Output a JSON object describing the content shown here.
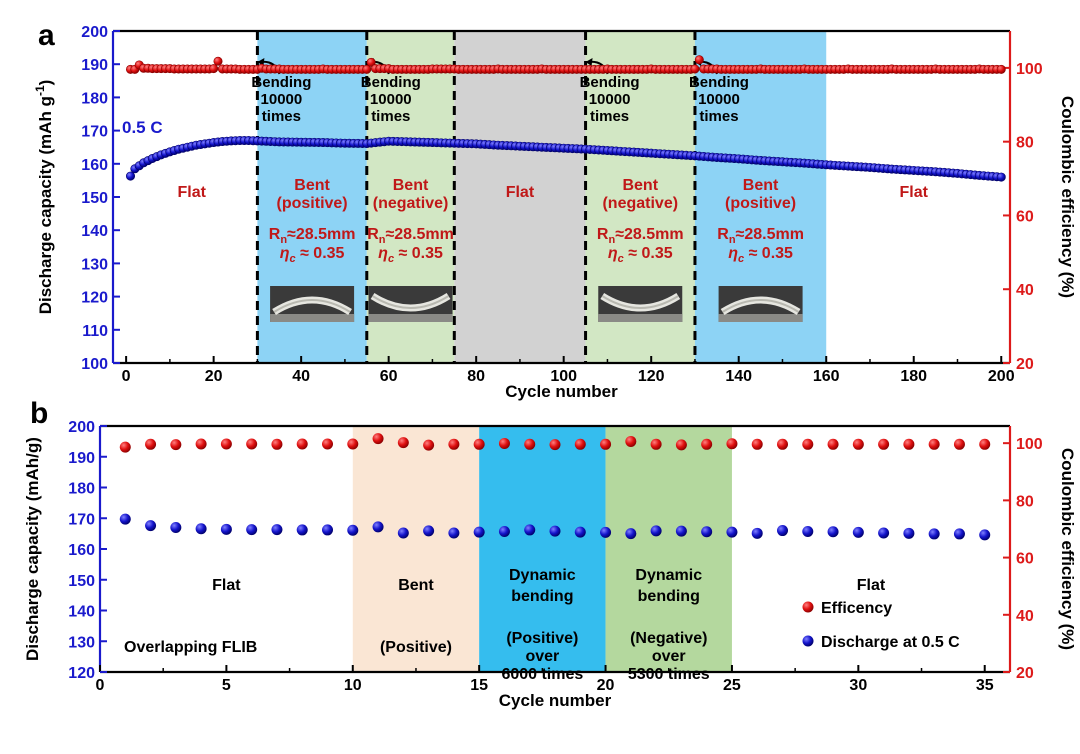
{
  "chart_data": [
    {
      "panel": "a",
      "type": "scatter",
      "xlabel": "Cycle number",
      "ylabel": "Discharge capacity (mAh g-1)",
      "y2label": "Coulombic efficiency (%)",
      "xlim": [
        -3,
        202
      ],
      "ylim": [
        100,
        200
      ],
      "y2lim": [
        20,
        110
      ],
      "xticks": [
        0,
        20,
        40,
        60,
        80,
        100,
        120,
        140,
        160,
        180,
        200
      ],
      "yticks": [
        100,
        110,
        120,
        130,
        140,
        150,
        160,
        170,
        180,
        190,
        200
      ],
      "y2ticks": [
        20,
        40,
        60,
        80,
        100
      ],
      "rate_label": "0.5 C",
      "regions": [
        {
          "x0": 0,
          "x1": 30,
          "color": "#ffffff",
          "label": [
            "Flat"
          ]
        },
        {
          "x0": 30,
          "x1": 55,
          "color": "#8dd3f5",
          "label": [
            "Bent",
            "(positive)"
          ],
          "params": [
            "Rn≈28.5mm",
            "ηc ≈ 0.35"
          ]
        },
        {
          "x0": 55,
          "x1": 75,
          "color": "#d2e7c4",
          "label": [
            "Bent",
            "(negative)"
          ],
          "params": [
            "Rn≈28.5mm",
            "ηc ≈ 0.35"
          ]
        },
        {
          "x0": 75,
          "x1": 105,
          "color": "#d2d2d2",
          "label": [
            "Flat"
          ]
        },
        {
          "x0": 105,
          "x1": 130,
          "color": "#d2e7c4",
          "label": [
            "Bent",
            "(negative)"
          ],
          "params": [
            "Rn≈28.5mm",
            "ηc ≈ 0.35"
          ]
        },
        {
          "x0": 130,
          "x1": 160,
          "color": "#8dd3f5",
          "label": [
            "Bent",
            "(positive)"
          ],
          "params": [
            "Rn≈28.5mm",
            "ηc ≈ 0.35"
          ]
        },
        {
          "x0": 160,
          "x1": 200,
          "color": "#ffffff",
          "label": [
            "Flat"
          ]
        }
      ],
      "bending_annotations": [
        {
          "x": 30,
          "text": [
            "Bending",
            "10000",
            "times"
          ]
        },
        {
          "x": 55,
          "text": [
            "Bending",
            "10000",
            "times"
          ]
        },
        {
          "x": 105,
          "text": [
            "Bending",
            "10000",
            "times"
          ]
        },
        {
          "x": 130,
          "text": [
            "Bending",
            "10000",
            "times"
          ]
        }
      ],
      "series": [
        {
          "name": "Discharge capacity",
          "axis": "left",
          "color": "#1414cc",
          "x": [
            1,
            2,
            4,
            6,
            8,
            10,
            12,
            14,
            16,
            18,
            20,
            22,
            24,
            26,
            28,
            30,
            35,
            40,
            45,
            50,
            55,
            60,
            65,
            70,
            75,
            80,
            85,
            90,
            95,
            100,
            105,
            110,
            115,
            120,
            125,
            130,
            135,
            140,
            145,
            150,
            155,
            160,
            165,
            170,
            175,
            180,
            185,
            190,
            195,
            200
          ],
          "y": [
            156.3,
            158.5,
            160.3,
            161.6,
            162.7,
            163.6,
            164.4,
            165.0,
            165.6,
            166.0,
            166.4,
            166.7,
            166.9,
            167.0,
            167.0,
            166.9,
            166.6,
            166.5,
            166.4,
            166.2,
            166.1,
            166.8,
            166.6,
            166.4,
            166.2,
            166.0,
            165.6,
            165.3,
            165.0,
            164.7,
            164.4,
            164.0,
            163.6,
            163.2,
            162.8,
            162.4,
            161.9,
            161.5,
            161.0,
            160.6,
            160.2,
            159.7,
            159.3,
            158.9,
            158.4,
            158.0,
            157.6,
            157.1,
            156.5,
            156.0
          ]
        },
        {
          "name": "Coulombic efficiency",
          "axis": "right",
          "color": "#e01010",
          "x": [
            1,
            3,
            5,
            10,
            15,
            20,
            21,
            25,
            30,
            31,
            35,
            40,
            45,
            50,
            55,
            56,
            60,
            65,
            70,
            75,
            80,
            85,
            90,
            95,
            100,
            105,
            110,
            115,
            120,
            125,
            130,
            131,
            135,
            140,
            145,
            150,
            155,
            160,
            165,
            170,
            175,
            180,
            185,
            190,
            195,
            200
          ],
          "y": [
            99.6,
            100.8,
            99.9,
            99.8,
            99.7,
            99.8,
            101.8,
            99.7,
            99.6,
            99.9,
            99.7,
            99.6,
            99.7,
            99.6,
            99.6,
            101.5,
            99.8,
            99.6,
            99.7,
            99.7,
            99.6,
            99.7,
            99.6,
            99.7,
            99.6,
            99.6,
            99.7,
            99.6,
            99.7,
            99.6,
            99.7,
            102.2,
            99.7,
            99.6,
            99.7,
            99.6,
            99.7,
            99.6,
            99.7,
            99.6,
            99.7,
            99.6,
            99.7,
            99.6,
            99.7,
            99.6
          ]
        }
      ]
    },
    {
      "panel": "b",
      "type": "scatter",
      "xlabel": "Cycle number",
      "ylabel": "Discharge capacity (mAh/g)",
      "y2label": "Coulombic efficiency (%)",
      "xlim": [
        0,
        36
      ],
      "ylim": [
        120,
        200
      ],
      "y2lim": [
        20,
        106
      ],
      "xticks": [
        0,
        5,
        10,
        15,
        20,
        25,
        30,
        35
      ],
      "yticks": [
        120,
        130,
        140,
        150,
        160,
        170,
        180,
        190,
        200
      ],
      "y2ticks": [
        20,
        40,
        60,
        80,
        100
      ],
      "regions": [
        {
          "x0": 0,
          "x1": 10,
          "color": "#ffffff",
          "label": [
            "Flat"
          ],
          "sub": [
            "Overlapping FLIB"
          ]
        },
        {
          "x0": 10,
          "x1": 15,
          "color": "#fae6d4",
          "label": [
            "Bent"
          ],
          "sub": [
            "(Positive)"
          ]
        },
        {
          "x0": 15,
          "x1": 20,
          "color": "#35bdee",
          "label": [
            "Dynamic",
            "bending"
          ],
          "sub": [
            "(Positive)",
            "over",
            "6000 times"
          ]
        },
        {
          "x0": 20,
          "x1": 25,
          "color": "#b4d89e",
          "label": [
            "Dynamic",
            "bending"
          ],
          "sub": [
            "(Negative)",
            "over",
            "5300 times"
          ]
        },
        {
          "x0": 25,
          "x1": 36,
          "color": "#ffffff",
          "label": [
            "Flat"
          ]
        }
      ],
      "legend": {
        "position": "bottom-right",
        "entries": [
          "Efficency",
          "Discharge at 0.5 C"
        ]
      },
      "series": [
        {
          "name": "Efficency",
          "axis": "right",
          "color": "#e01010",
          "x": [
            1,
            2,
            3,
            4,
            5,
            6,
            7,
            8,
            9,
            10,
            11,
            12,
            13,
            14,
            15,
            16,
            17,
            18,
            19,
            20,
            21,
            22,
            23,
            24,
            25,
            26,
            27,
            28,
            29,
            30,
            31,
            32,
            33,
            34,
            35
          ],
          "y": [
            98.6,
            99.6,
            99.5,
            99.7,
            99.7,
            99.7,
            99.6,
            99.7,
            99.7,
            99.7,
            101.6,
            100.2,
            99.3,
            99.6,
            99.6,
            99.9,
            99.6,
            99.5,
            99.6,
            99.6,
            100.6,
            99.6,
            99.4,
            99.6,
            99.8,
            99.6,
            99.6,
            99.6,
            99.6,
            99.6,
            99.6,
            99.6,
            99.6,
            99.6,
            99.6
          ]
        },
        {
          "name": "Discharge at 0.5 C",
          "axis": "left",
          "color": "#1414cc",
          "x": [
            1,
            2,
            3,
            4,
            5,
            6,
            7,
            8,
            9,
            10,
            11,
            12,
            13,
            14,
            15,
            16,
            17,
            18,
            19,
            20,
            21,
            22,
            23,
            24,
            25,
            26,
            27,
            28,
            29,
            30,
            31,
            32,
            33,
            34,
            35
          ],
          "y": [
            169.7,
            167.6,
            167.0,
            166.6,
            166.4,
            166.3,
            166.3,
            166.2,
            166.2,
            166.1,
            167.2,
            165.2,
            165.9,
            165.2,
            165.5,
            165.7,
            166.2,
            165.8,
            165.5,
            165.4,
            165.0,
            165.9,
            165.8,
            165.6,
            165.5,
            165.1,
            166.0,
            165.7,
            165.6,
            165.4,
            165.2,
            165.1,
            164.9,
            164.9,
            164.6
          ]
        }
      ]
    }
  ]
}
